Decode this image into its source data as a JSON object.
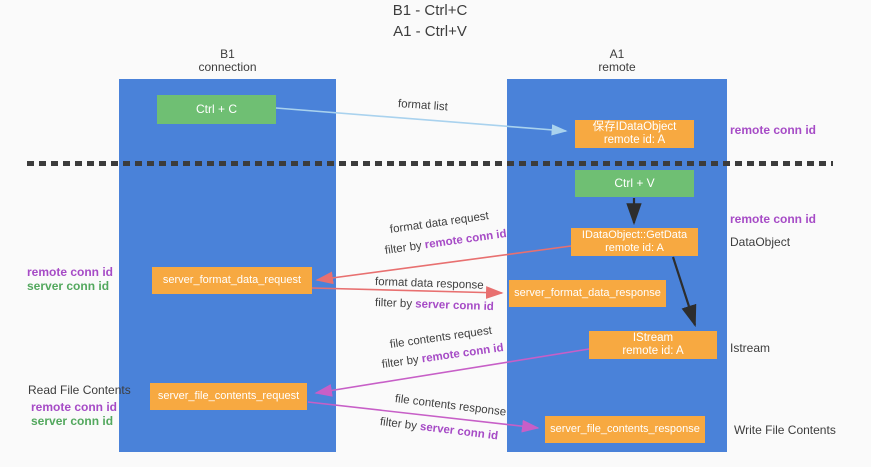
{
  "title": {
    "line1": "B1 - Ctrl+C",
    "line2": "A1 - Ctrl+V"
  },
  "lanes": {
    "left": {
      "name_line": "B1",
      "role_line": "connection"
    },
    "right": {
      "name_line": "A1",
      "role_line": "remote"
    }
  },
  "nodes": {
    "ctrl_c": {
      "label": "Ctrl + C"
    },
    "ctrl_v": {
      "label": "Ctrl + V"
    },
    "save_dataobject": {
      "line1": "保存IDataObject",
      "line2": "remote id: A"
    },
    "getdata": {
      "line1": "IDataObject::GetData",
      "line2": "remote id: A"
    },
    "istream": {
      "line1": "IStream",
      "line2": "remote id: A"
    },
    "format_request": {
      "label": "server_format_data_request"
    },
    "format_response": {
      "label": "server_format_data_response"
    },
    "file_request": {
      "label": "server_file_contents_request"
    },
    "file_response": {
      "label": "server_file_contents_response"
    }
  },
  "arrow_labels": {
    "format_list": "format list",
    "format_data_request": "format data request",
    "filter_remote_1": {
      "prefix": "filter by ",
      "highlight": "remote conn id"
    },
    "format_data_response": "format data response",
    "filter_server_1": {
      "prefix": "filter by ",
      "highlight": "server conn id"
    },
    "file_contents_request": "file contents request",
    "filter_remote_2": {
      "prefix": "filter by ",
      "highlight": "remote conn id"
    },
    "file_contents_response": "file contents response",
    "filter_server_2": {
      "prefix": "filter by ",
      "highlight": "server conn id"
    }
  },
  "annotations": {
    "remote_conn_id_top": "remote conn id",
    "remote_conn_id_mid": "remote conn id",
    "dataobject": "DataObject",
    "istream": "Istream",
    "write_file_contents": "Write File Contents",
    "read_file_contents": "Read File Contents",
    "left_remote_conn_id_1": "remote conn id",
    "left_server_conn_id_1": "server conn id",
    "left_remote_conn_id_2": "remote conn id",
    "left_server_conn_id_2": "server conn id"
  },
  "colors": {
    "lane_blue": "#4a82d9",
    "node_orange": "#f7a941",
    "node_green": "#6fbf73",
    "arrow_light_blue": "#a9d2ee",
    "arrow_red": "#e87070",
    "arrow_magenta": "#c75fc7",
    "arrow_black": "#2d2d2d",
    "text_purple": "#a64bc6",
    "text_green": "#53a85e",
    "text_dark": "#3d3d3d",
    "background": "#fafafa"
  }
}
